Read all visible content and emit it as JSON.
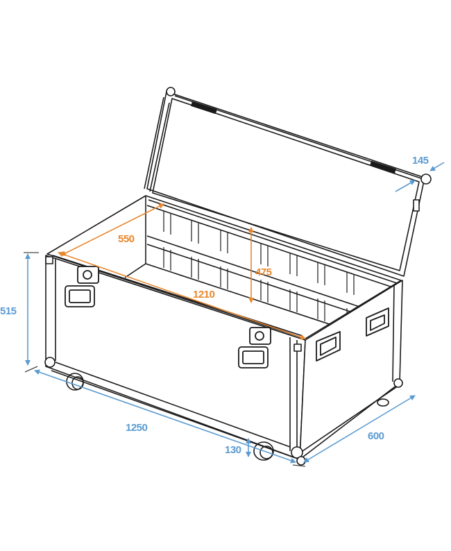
{
  "diagram": {
    "subject": "flight case with open lid, castor wheels, handles",
    "colors": {
      "outline": "#1a1a1a",
      "exterior_dimension": "#5b9bd0",
      "interior_dimension": "#e8872d",
      "background": "#ffffff"
    },
    "units": "mm",
    "exterior_dimensions": {
      "height": {
        "label": "515"
      },
      "length": {
        "label": "1250"
      },
      "width": {
        "label": "600"
      },
      "lid_height": {
        "label": "145"
      },
      "wheel_height": {
        "label": "130"
      }
    },
    "interior_dimensions": {
      "depth": {
        "label": "550"
      },
      "length": {
        "label": "1210"
      },
      "height": {
        "label": "475"
      }
    }
  }
}
